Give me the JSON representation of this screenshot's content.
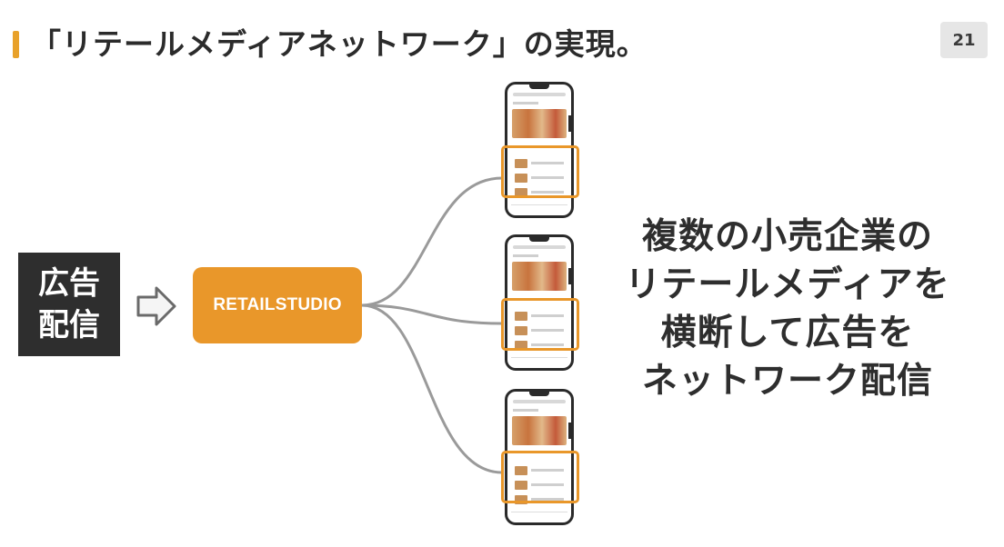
{
  "slide": {
    "title": "「リテールメディアネットワーク」の実現。",
    "page_number": "21"
  },
  "source": {
    "label_line1": "広告",
    "label_line2": "配信"
  },
  "platform": {
    "label": "RETAILSTUDIO"
  },
  "claim": {
    "line1": "複数の小売企業の",
    "line2": "リテールメディアを",
    "line3": "横断して広告を",
    "line4": "ネットワーク配信"
  },
  "colors": {
    "accent": "#e9972a",
    "dark_box": "#2e2e2e",
    "connector": "#9a9a9a",
    "page_badge": "#e6e6e6"
  },
  "icons": {
    "flow_arrow": "right-arrow-outline-icon",
    "phone": "smartphone-icon"
  }
}
